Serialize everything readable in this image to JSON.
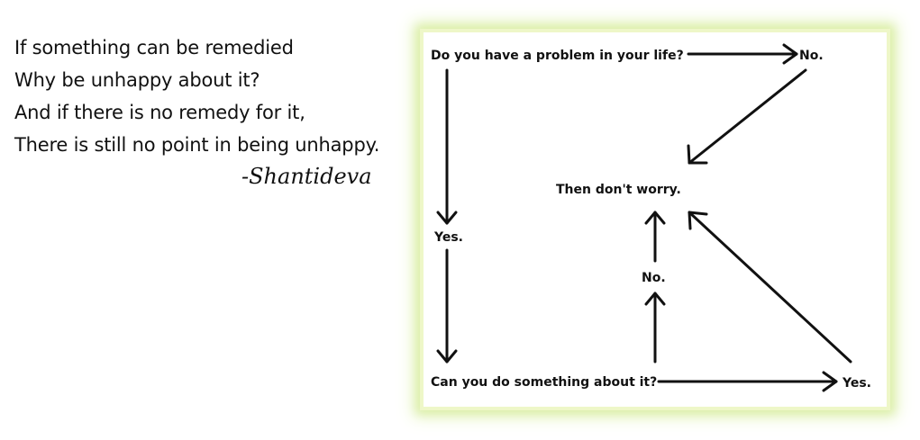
{
  "quote": {
    "lines": [
      "If something can be remedied",
      "Why be unhappy about it?",
      "And if there is no remedy for it,",
      "There is still no point in being unhappy."
    ],
    "author": "-Shantideva"
  },
  "diagram": {
    "nodes": {
      "question_problem": "Do you have a problem in your life?",
      "answer_no_top": "No.",
      "conclusion": "Then don't worry.",
      "answer_yes_left": "Yes.",
      "answer_no_middle": "No.",
      "question_action": "Can you do something about it?",
      "answer_yes_right": "Yes."
    },
    "colors": {
      "frame_glow": "#dcefa9",
      "ink": "#111111"
    }
  }
}
